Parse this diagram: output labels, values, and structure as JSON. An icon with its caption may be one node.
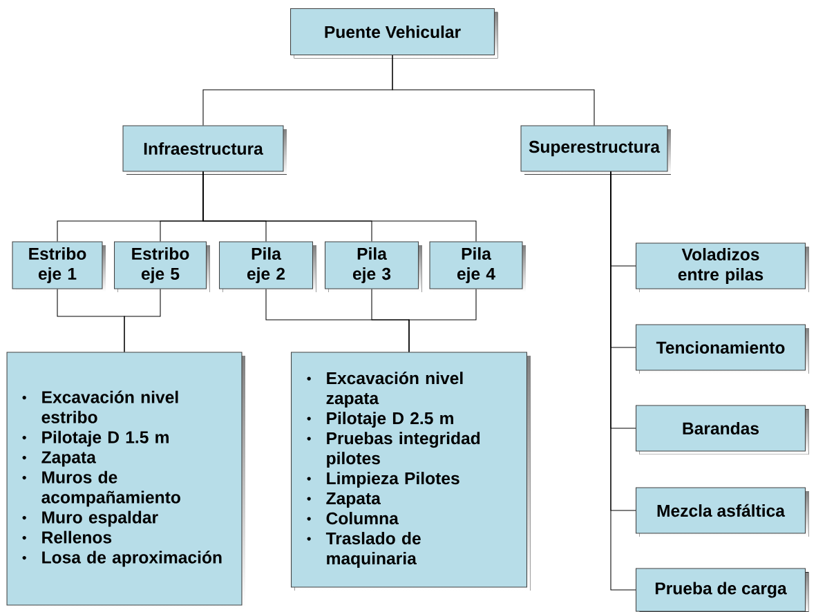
{
  "diagram": {
    "nodes": [
      {
        "text": [
          "Puente Vehicular"
        ]
      },
      {
        "text": [
          "Infraestructura"
        ]
      },
      {
        "text": [
          "Superestructura"
        ]
      },
      {
        "text": [
          "Estribo eje 1"
        ]
      },
      {
        "text": [
          "Estribo eje 5"
        ]
      },
      {
        "text": [
          "Pila eje 2"
        ]
      },
      {
        "text": [
          "Pila eje 3"
        ]
      },
      {
        "text": [
          "Pila eje 4"
        ]
      },
      {
        "text": [
          "Excavación nivel estribo",
          "Pilotaje D 1.5 m",
          "Zapata",
          "Muros de acompañamiento",
          "Muro espaldar",
          "Rellenos",
          "Losa de aproximación"
        ]
      },
      {
        "text": [
          "Excavación nivel zapata",
          "Pilotaje D 2.5 m",
          "Pruebas integridad pilotes",
          "Limpieza Pilotes",
          "Zapata",
          "Columna",
          "Traslado de maquinaria"
        ]
      },
      {
        "text": [
          "Voladizos entre pilas"
        ]
      },
      {
        "text": [
          "Tencionamiento"
        ]
      },
      {
        "text": [
          "Barandas"
        ]
      },
      {
        "text": [
          "Mezcla asfáltica"
        ]
      },
      {
        "text": [
          "Prueba de carga"
        ]
      }
    ],
    "edges": [
      {
        "from": 0,
        "to": 1,
        "arrow": "none"
      },
      {
        "from": 0,
        "to": 2,
        "arrow": "none"
      },
      {
        "from": 1,
        "to": 3,
        "arrow": "none"
      },
      {
        "from": 1,
        "to": 4,
        "arrow": "none"
      },
      {
        "from": 1,
        "to": 5,
        "arrow": "none"
      },
      {
        "from": 1,
        "to": 6,
        "arrow": "none"
      },
      {
        "from": 1,
        "to": 7,
        "arrow": "none"
      },
      {
        "from": 2,
        "to": 10,
        "arrow": "none"
      },
      {
        "from": 2,
        "to": 11,
        "arrow": "none"
      },
      {
        "from": 2,
        "to": 12,
        "arrow": "none"
      },
      {
        "from": 2,
        "to": 13,
        "arrow": "none"
      },
      {
        "from": 2,
        "to": 14,
        "arrow": "none"
      },
      {
        "from": 3,
        "to": 8,
        "arrow": "none"
      },
      {
        "from": 4,
        "to": 8,
        "arrow": "none"
      },
      {
        "from": 5,
        "to": 9,
        "arrow": "none"
      },
      {
        "from": 6,
        "to": 9,
        "arrow": "none"
      },
      {
        "from": 7,
        "to": 9,
        "arrow": "none"
      }
    ]
  }
}
